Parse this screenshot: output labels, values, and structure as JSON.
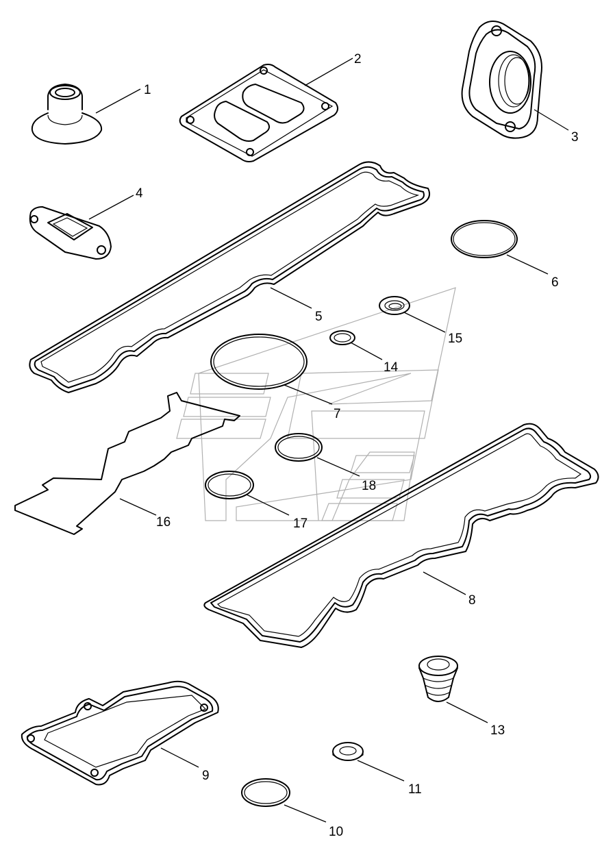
{
  "labels": {
    "p1": "1",
    "p2": "2",
    "p3": "3",
    "p4": "4",
    "p5": "5",
    "p6": "6",
    "p7": "7",
    "p8": "8",
    "p9": "9",
    "p10": "10",
    "p11": "11",
    "p12": "13",
    "p13": "14",
    "p14": "15",
    "p15": "16",
    "p16": "17",
    "p17": "18"
  },
  "colors": {
    "line": "#000000",
    "watermark": "#b0b0b0",
    "background": "#ffffff"
  }
}
